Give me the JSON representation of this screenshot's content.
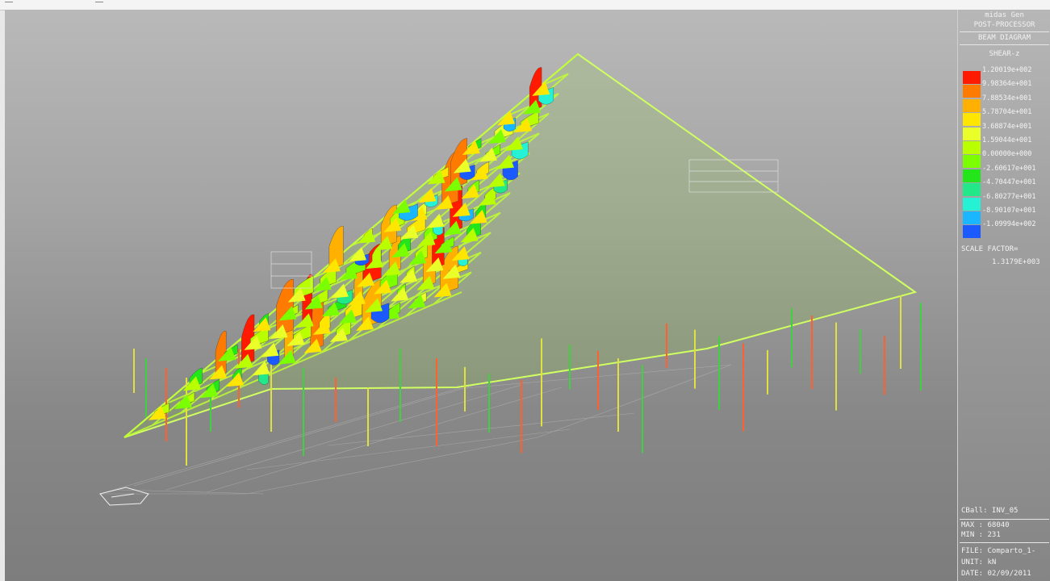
{
  "header": {
    "app_name": "midas Gen",
    "module": "POST-PROCESSOR",
    "diagram_type": "BEAM DIAGRAM"
  },
  "legend": {
    "component": "SHEAR-z",
    "levels": [
      {
        "value": "1.20019e+002",
        "color": "#ff1a00"
      },
      {
        "value": "9.98364e+001",
        "color": "#ff7a00"
      },
      {
        "value": "7.88534e+001",
        "color": "#ffb000"
      },
      {
        "value": "5.78704e+001",
        "color": "#ffe600"
      },
      {
        "value": "3.68874e+001",
        "color": "#eaff2a"
      },
      {
        "value": "1.59044e+001",
        "color": "#b9ff00"
      },
      {
        "value": "0.00000e+000",
        "color": "#7bff00"
      },
      {
        "value": "-2.60617e+001",
        "color": "#22e61a"
      },
      {
        "value": "-4.70447e+001",
        "color": "#22e88a"
      },
      {
        "value": "-6.80277e+001",
        "color": "#25f2d4"
      },
      {
        "value": "-8.90107e+001",
        "color": "#1ab6ff"
      },
      {
        "value": "-1.09994e+002",
        "color": "#1a5aff"
      }
    ],
    "scale_factor_label": "SCALE FACTOR=",
    "scale_factor_value": "1.3179E+003"
  },
  "footer": {
    "load_case": "CBall: INV_05",
    "max": "MAX : 68040",
    "min": "MIN : 231",
    "file": "FILE: Comparto_1-",
    "unit": "UNIT: kN",
    "date": "DATE: 02/09/2011"
  }
}
